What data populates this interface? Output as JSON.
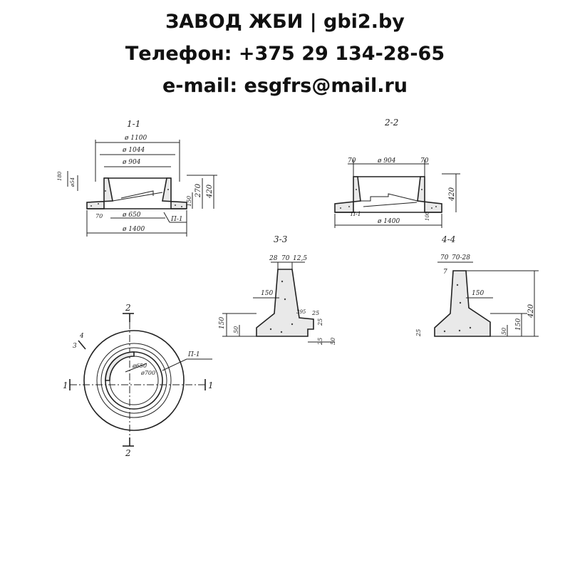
{
  "header": {
    "line1": "ЗАВОД ЖБИ | gbi2.by",
    "line2": "Телефон: +375 29 134-28-65",
    "line3": "e-mail: esgfrs@mail.ru"
  },
  "sections": {
    "s11": {
      "title": "1-1",
      "d1100": "ø 1100",
      "d1044": "ø 1044",
      "d904": "ø 904",
      "d650": "ø 650",
      "d1400": "ø 1400",
      "h180": "180",
      "h54": "ø54",
      "h420": "420",
      "h270": "270",
      "h150": "150",
      "w70": "70",
      "p1": "П-1"
    },
    "s22": {
      "title": "2-2",
      "w70a": "70",
      "d904": "ø 904",
      "w70b": "70",
      "h420": "420",
      "d1400": "ø 1400",
      "p1": "П-1",
      "w100": "100"
    },
    "s33": {
      "title": "3-3",
      "w28": "28",
      "w70": "70",
      "w125": "12,5",
      "w150": "150",
      "w395": "395",
      "h25a": "25",
      "h25b": "25",
      "h150": "150",
      "h50a": "50",
      "h25c": "25",
      "h50b": "50"
    },
    "s44": {
      "title": "4-4",
      "w70": "70",
      "w70b": "70-28",
      "h7": "7",
      "w150": "150",
      "h420": "420",
      "h25": "25",
      "h50": "50",
      "h150": "150"
    },
    "plan": {
      "mark2top": "2",
      "mark2bot": "2",
      "mark1left": "1",
      "mark1right": "1",
      "mark3": "3",
      "mark4": "4",
      "d650": "ø650",
      "d700": "ø700",
      "p1": "П-1"
    }
  }
}
